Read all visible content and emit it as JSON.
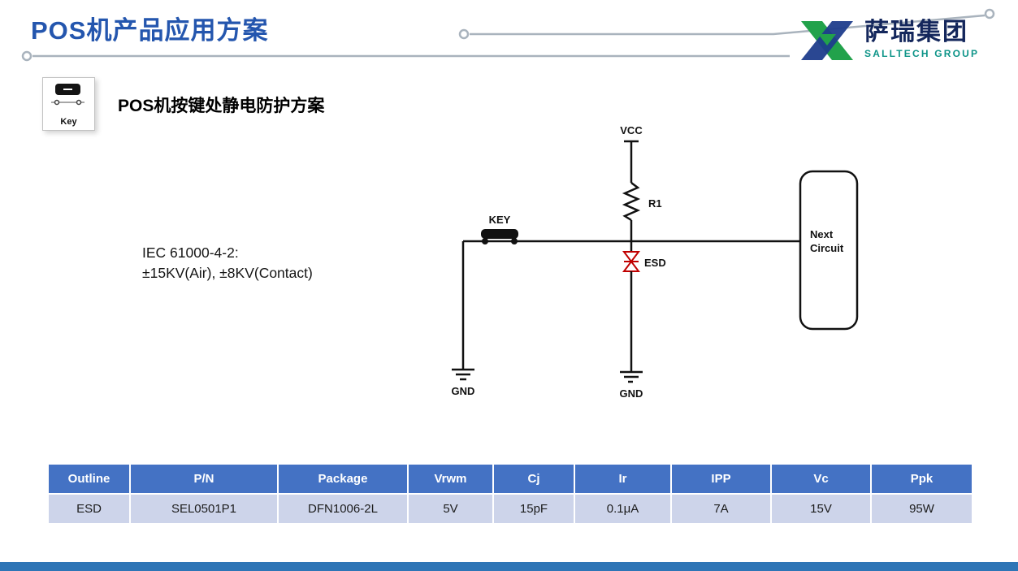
{
  "slide": {
    "title": "POS机产品应用方案",
    "logo": {
      "name": "萨瑞集团",
      "tagline": "SALLTECH GROUP"
    },
    "key_icon_label": "Key",
    "heading": "POS机按键处静电防护方案",
    "iec": {
      "line1": "IEC 61000-4-2:",
      "line2": "±15KV(Air), ±8KV(Contact)"
    }
  },
  "circuit": {
    "vcc": "VCC",
    "r1": "R1",
    "key": "KEY",
    "esd": "ESD",
    "gnd_left": "GND",
    "gnd_right": "GND",
    "next_line1": "Next",
    "next_line2": "Circuit"
  },
  "table": {
    "headers": [
      "Outline",
      "P/N",
      "Package",
      "Vrwm",
      "Cj",
      "Ir",
      "IPP",
      "Vc",
      "Ppk"
    ],
    "rows": [
      [
        "ESD",
        "SEL0501P1",
        "DFN1006-2L",
        "5V",
        "15pF",
        "0.1μA",
        "7A",
        "15V",
        "95W"
      ]
    ]
  },
  "colors": {
    "title_blue": "#2456ae",
    "table_header_bg": "#4472c4",
    "table_row_bg": "#cdd4ea",
    "bottom_bar_blue": "#2e75b6",
    "esd_red": "#c00000",
    "logo_green": "#22a24b",
    "logo_blue": "#1f3d8c",
    "logo_text_navy": "#14275c",
    "logo_tagline_teal": "#0d9488"
  }
}
